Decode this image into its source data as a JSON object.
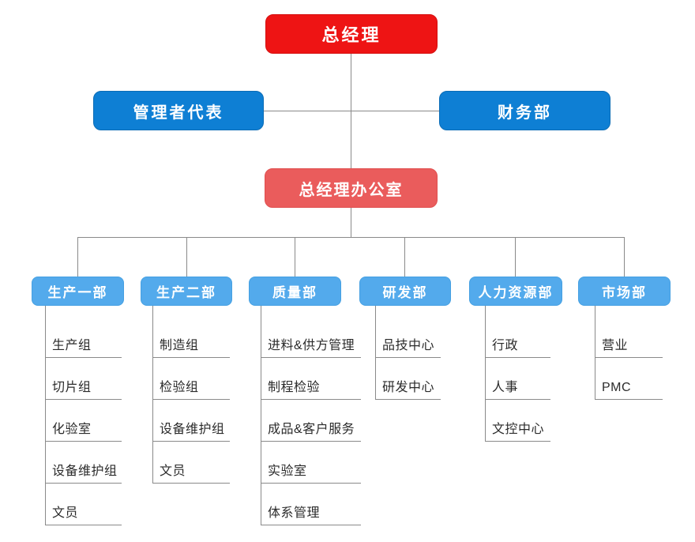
{
  "org_chart": {
    "top": {
      "label": "总经理"
    },
    "level2": [
      {
        "label": "管理者代表"
      },
      {
        "label": "财务部"
      }
    ],
    "level3": {
      "label": "总经理办公室"
    }
  },
  "departments": [
    {
      "label": "生产一部",
      "children": [
        "生产组",
        "切片组",
        "化验室",
        "设备维护组",
        "文员"
      ]
    },
    {
      "label": "生产二部",
      "children": [
        "制造组",
        "检验组",
        "设备维护组",
        "文员"
      ]
    },
    {
      "label": "质量部",
      "children": [
        "进料&供方管理",
        "制程检验",
        "成品&客户服务",
        "实验室",
        "体系管理"
      ]
    },
    {
      "label": "研发部",
      "children": [
        "品技中心",
        "研发中心"
      ]
    },
    {
      "label": "人力资源部",
      "children": [
        "行政",
        "人事",
        "文控中心"
      ]
    },
    {
      "label": "市场部",
      "children": [
        "营业",
        "PMC"
      ]
    }
  ],
  "colors": {
    "red": "#ee1414",
    "salmon": "#ea5c5c",
    "blue": "#0e7fd4",
    "light-blue": "#53aaec",
    "line": "#8a8a8a",
    "text": "#2b2b2b",
    "bg": "#ffffff"
  }
}
